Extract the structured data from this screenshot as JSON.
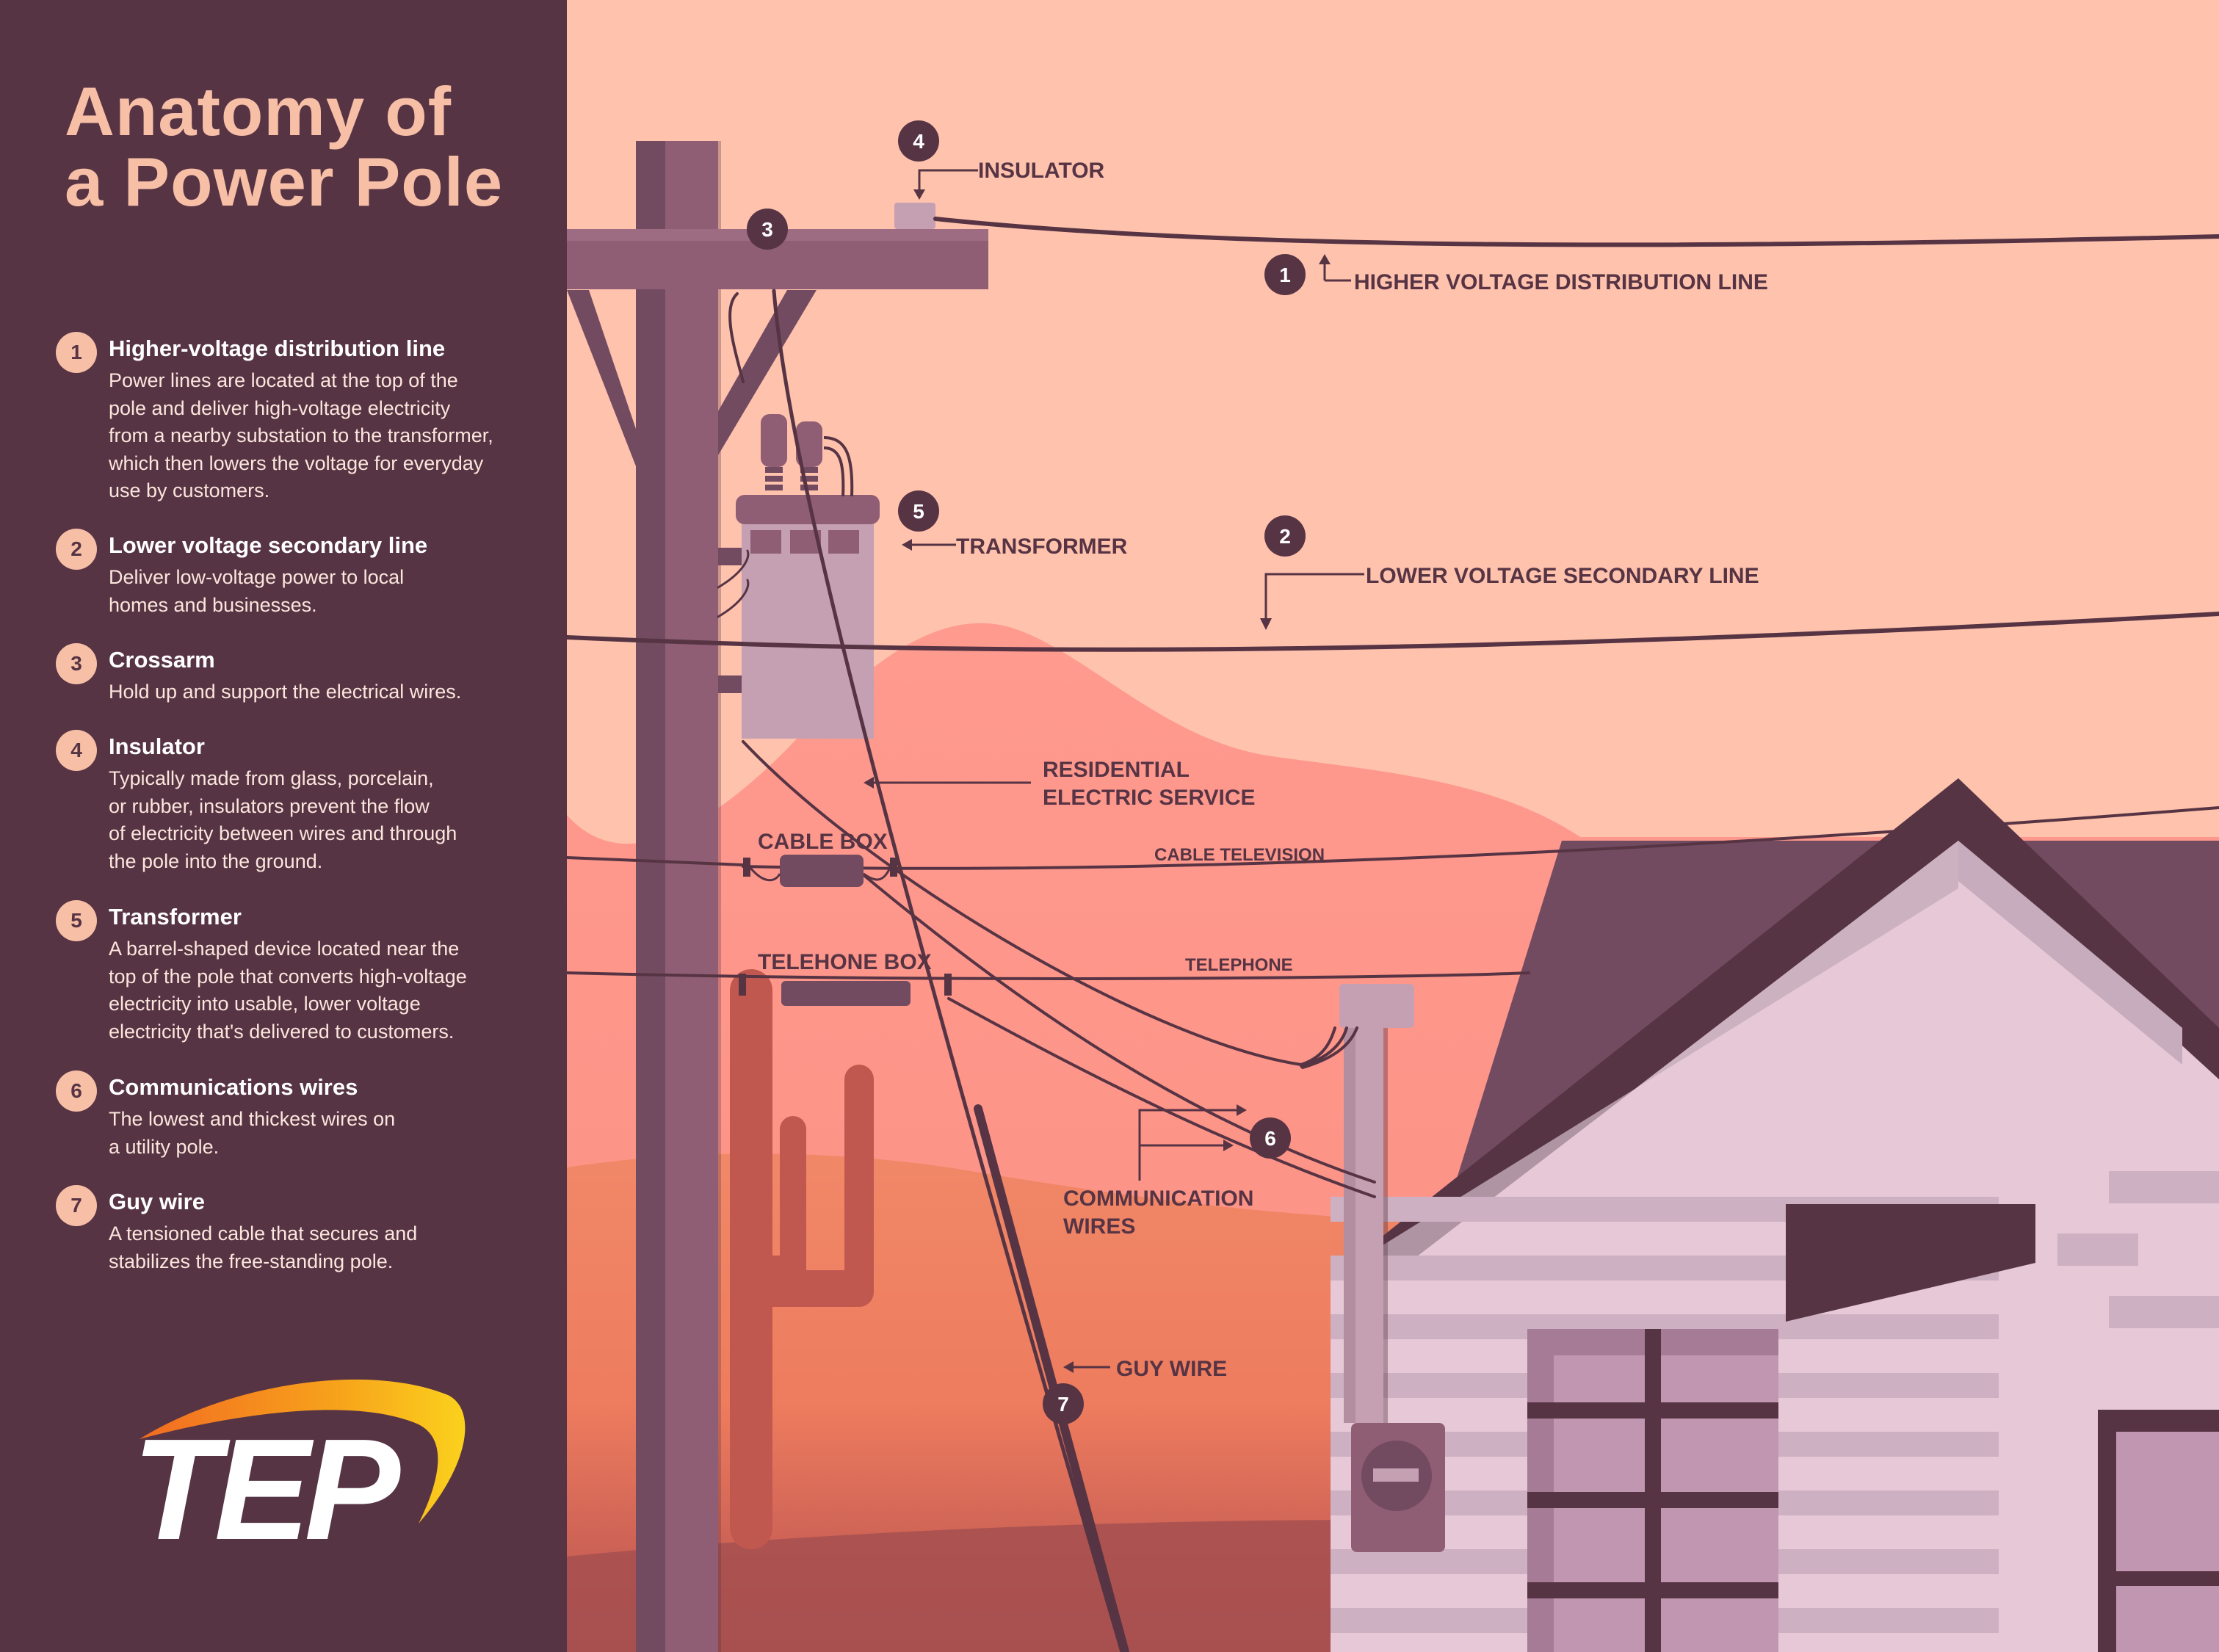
{
  "title": {
    "line1": "Anatomy of",
    "line2": "a Power Pole"
  },
  "legend": [
    {
      "num": "1",
      "heading": "Higher-voltage distribution line",
      "desc": "Power lines are located at the top of the\npole and deliver high-voltage electricity\nfrom a nearby substation to the transformer,\nwhich then lowers the voltage for everyday\nuse by customers."
    },
    {
      "num": "2",
      "heading": "Lower voltage secondary line",
      "desc": "Deliver low-voltage power to local\nhomes and businesses."
    },
    {
      "num": "3",
      "heading": "Crossarm",
      "desc": "Hold up and support the electrical wires."
    },
    {
      "num": "4",
      "heading": "Insulator",
      "desc": "Typically made from glass, porcelain,\nor rubber, insulators prevent the flow\nof electricity between wires and through\nthe pole into the ground."
    },
    {
      "num": "5",
      "heading": "Transformer",
      "desc": "A barrel-shaped device located near the\ntop of the pole that converts high-voltage\nelectricity into usable, lower voltage\nelectricity that's delivered to customers."
    },
    {
      "num": "6",
      "heading": "Communications wires",
      "desc": "The lowest and thickest wires on\na utility pole."
    },
    {
      "num": "7",
      "heading": "Guy wire",
      "desc": "A tensioned cable that secures and\nstabilizes the free-standing pole."
    }
  ],
  "diagram": {
    "markers": {
      "m1": "1",
      "m2": "2",
      "m3": "3",
      "m4": "4",
      "m5": "5",
      "m6": "6",
      "m7": "7"
    },
    "labels": {
      "insulator": "INSULATOR",
      "high_voltage_line": "HIGHER VOLTAGE DISTRIBUTION LINE",
      "transformer": "TRANSFORMER",
      "secondary_line": "LOWER VOLTAGE SECONDARY LINE",
      "residential_1": "RESIDENTIAL",
      "residential_2": "ELECTRIC SERVICE",
      "cable_box": "CABLE BOX",
      "cable_tv": "CABLE TELEVISION",
      "telephone_box": "TELEHONE BOX",
      "telephone": "TELEPHONE",
      "communication_1": "COMMUNICATION",
      "communication_2": "WIRES",
      "guy_wire": "GUY WIRE"
    }
  },
  "logo": {
    "text": "TEP"
  },
  "colors": {
    "sidebar": "#573444",
    "sky": "#fec2ad",
    "hill": "#fe9a8e",
    "pole": "#8f5e74",
    "house": "#e6c8d7",
    "roof": "#714a5e",
    "accent": "#f8bfa7",
    "logo_swoosh": "#f7a21b"
  }
}
